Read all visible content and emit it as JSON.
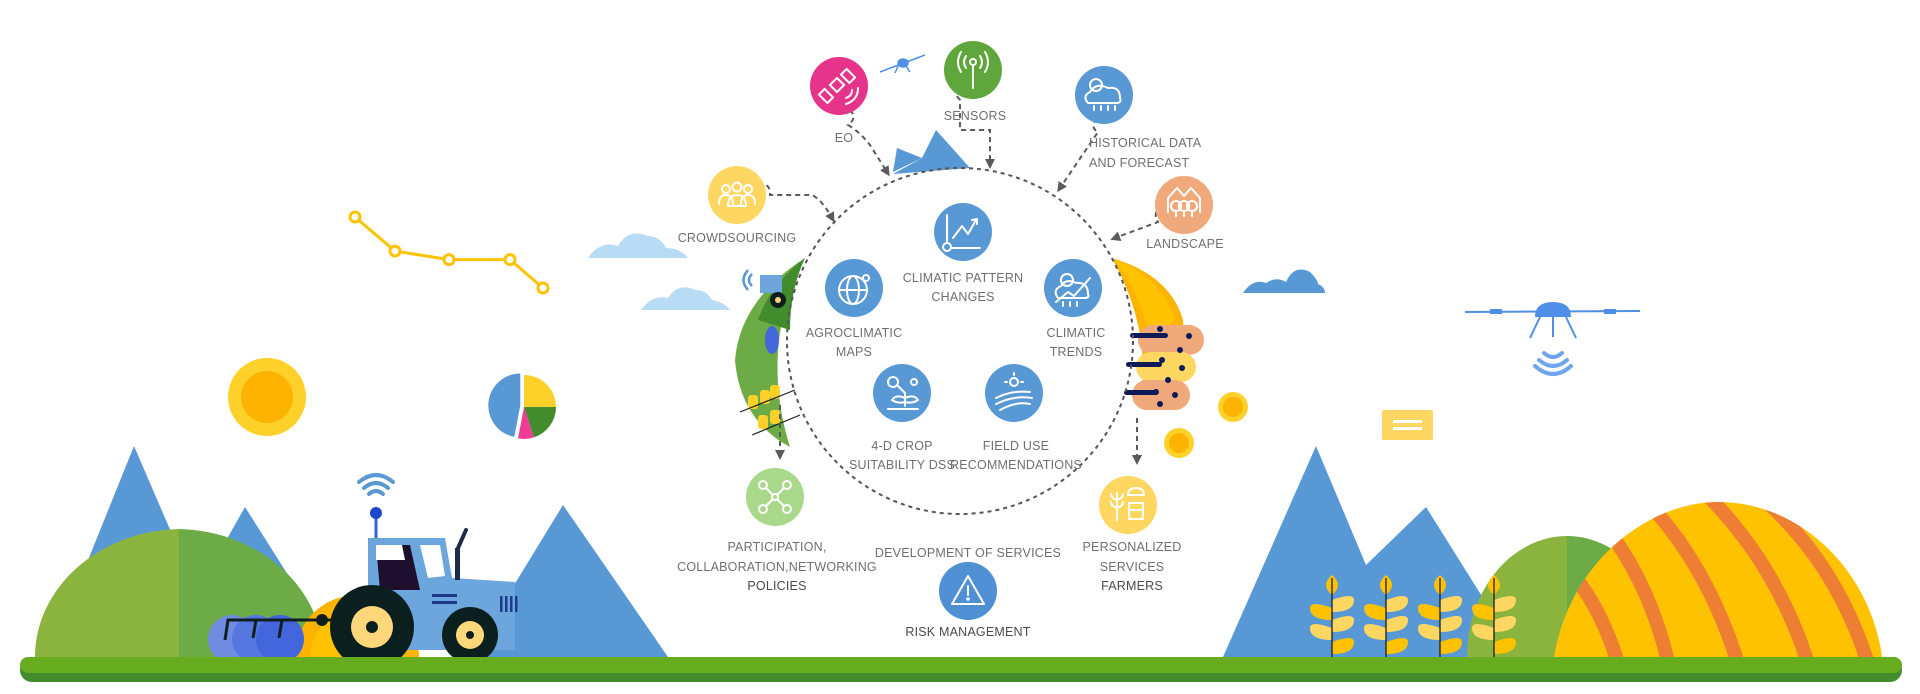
{
  "colors": {
    "hub_icon": "#5899d5",
    "eo": "#e6348a",
    "sensors": "#5fa63c",
    "historical": "#5899d5",
    "landscape": "#f0a97b",
    "crowdsourcing": "#fed762",
    "policies": "#a9d88a",
    "personalized": "#fed762",
    "risk": "#4f8fd3",
    "mountain": "#5899d5",
    "ground_top": "#67ab1e",
    "ground_bottom": "#438c2e",
    "hill_light": "#8bb43f",
    "hill_dark": "#6dab47",
    "dome_yellow": "#fec200",
    "dome_orange": "#ee7e33",
    "line_chart": "#fec200"
  },
  "hub": {
    "items": [
      {
        "id": "climatic-pattern-changes",
        "icon": "thermometer-chart-icon",
        "lines": [
          "CLIMATIC PATTERN",
          "CHANGES"
        ]
      },
      {
        "id": "agroclimatic-maps",
        "icon": "globe-map-icon",
        "lines": [
          "AGROCLIMATIC",
          "MAPS"
        ]
      },
      {
        "id": "climatic-trends",
        "icon": "cloud-trend-icon",
        "lines": [
          "CLIMATIC",
          "TRENDS"
        ]
      },
      {
        "id": "crop-suitability-dss",
        "icon": "plant-icon",
        "lines": [
          "4-D CROP",
          "SUITABILITY DSS"
        ]
      },
      {
        "id": "field-use-recommendations",
        "icon": "sun-field-icon",
        "lines": [
          "FIELD USE",
          "RECOMMENDATIONS"
        ]
      }
    ]
  },
  "inputs": {
    "eo": {
      "label": "EO",
      "icon": "satellite-icon"
    },
    "sensors": {
      "label": "SENSORS",
      "icon": "antenna-icon"
    },
    "historical": {
      "lines": [
        "HISTORICAL DATA",
        "AND FORECAST"
      ],
      "icon": "weather-icon"
    },
    "landscape": {
      "label": "LANDSCAPE",
      "icon": "trees-mountains-icon"
    },
    "crowdsourcing": {
      "label": "CROWDSOURCING",
      "icon": "people-icon"
    }
  },
  "outputs": {
    "policies": {
      "lines": [
        "PARTICIPATION,",
        "COLLABORATION,NETWORKING"
      ],
      "emphasis": "POLICIES",
      "icon": "network-icon"
    },
    "development": {
      "label": "DEVELOPMENT OF SERVICES"
    },
    "risk": {
      "label": "RISK MANAGEMENT",
      "icon": "warning-icon"
    },
    "personalized": {
      "lines": [
        "PERSONALIZED",
        "SERVICES"
      ],
      "emphasis": "FARMERS",
      "icon": "farmer-wheat-icon"
    }
  },
  "decor": {
    "pie_slices": [
      {
        "value": 25,
        "color": "#fed02a"
      },
      {
        "value": 20,
        "color": "#438c2e"
      },
      {
        "value": 8,
        "color": "#ef3c96"
      },
      {
        "value": 47,
        "color": "#5899d5"
      }
    ],
    "line_values": [
      0,
      1.2,
      1.5,
      1.5,
      2.5
    ]
  }
}
